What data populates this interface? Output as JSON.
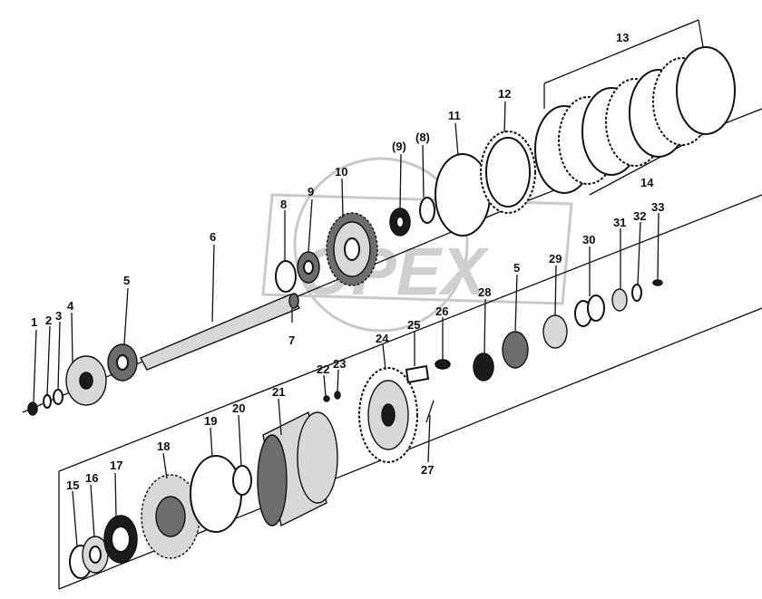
{
  "diagram": {
    "watermark_text": "OPEX",
    "callouts": [
      {
        "id": "1",
        "text": "1"
      },
      {
        "id": "2",
        "text": "2"
      },
      {
        "id": "3",
        "text": "3"
      },
      {
        "id": "4",
        "text": "4"
      },
      {
        "id": "5a",
        "text": "5"
      },
      {
        "id": "6",
        "text": "6"
      },
      {
        "id": "7",
        "text": "7"
      },
      {
        "id": "8a",
        "text": "8"
      },
      {
        "id": "9a",
        "text": "9"
      },
      {
        "id": "10",
        "text": "10"
      },
      {
        "id": "9b",
        "text": "(9)"
      },
      {
        "id": "8b",
        "text": "(8)"
      },
      {
        "id": "11",
        "text": "11"
      },
      {
        "id": "12",
        "text": "12"
      },
      {
        "id": "13",
        "text": "13"
      },
      {
        "id": "14",
        "text": "14"
      },
      {
        "id": "15",
        "text": "15"
      },
      {
        "id": "16",
        "text": "16"
      },
      {
        "id": "17",
        "text": "17"
      },
      {
        "id": "18",
        "text": "18"
      },
      {
        "id": "19",
        "text": "19"
      },
      {
        "id": "20",
        "text": "20"
      },
      {
        "id": "21",
        "text": "21"
      },
      {
        "id": "22",
        "text": "22"
      },
      {
        "id": "23",
        "text": "23"
      },
      {
        "id": "24",
        "text": "24"
      },
      {
        "id": "25",
        "text": "25"
      },
      {
        "id": "26",
        "text": "26"
      },
      {
        "id": "27",
        "text": "27"
      },
      {
        "id": "28",
        "text": "28"
      },
      {
        "id": "5b",
        "text": "5"
      },
      {
        "id": "29",
        "text": "29"
      },
      {
        "id": "30",
        "text": "30"
      },
      {
        "id": "31",
        "text": "31"
      },
      {
        "id": "32",
        "text": "32"
      },
      {
        "id": "33",
        "text": "33"
      }
    ]
  }
}
